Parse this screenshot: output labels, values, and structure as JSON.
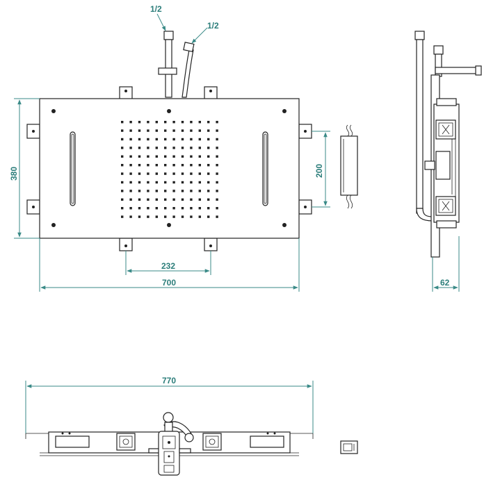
{
  "labels": {
    "pipe_a": "1/2",
    "pipe_b": "1/2",
    "height": "380",
    "led_spacing": "200",
    "bracket_spacing": "232",
    "width": "700",
    "depth": "62",
    "overall": "770"
  },
  "colors": {
    "dimension": "#2b7d7a",
    "line": "#222222"
  }
}
